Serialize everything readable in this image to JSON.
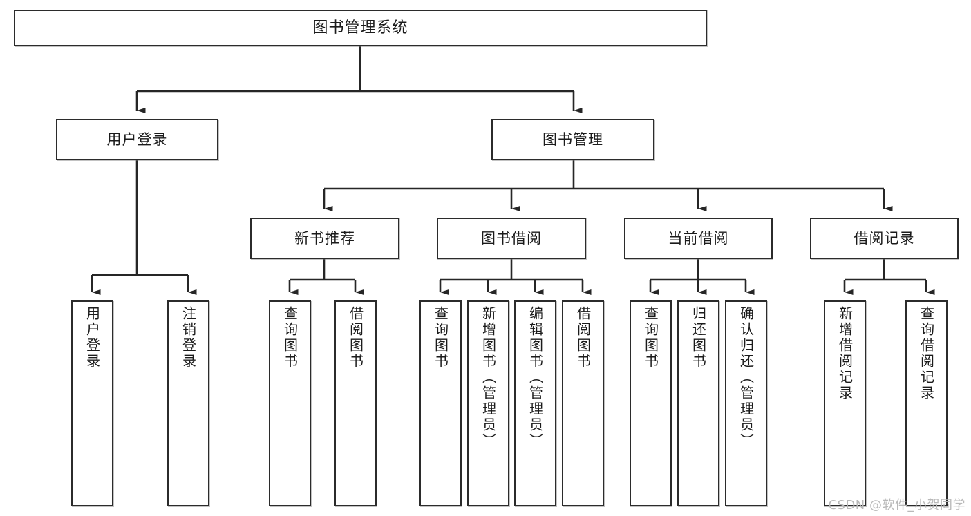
{
  "diagram": {
    "type": "tree",
    "title": "图书管理系统",
    "orientation": "top-down",
    "colors": {
      "box_border": "#2b2b2b",
      "box_fill": "#ffffff",
      "connector": "#262626",
      "text": "#1b1b1b",
      "watermark": "#b9b9b9",
      "background": "#ffffff"
    },
    "watermark": "CSDN @软件_小贺同学",
    "root": {
      "label": "图书管理系统"
    },
    "level2": [
      {
        "label": "用户登录"
      },
      {
        "label": "图书管理"
      }
    ],
    "level3": [
      {
        "label": "新书推荐"
      },
      {
        "label": "图书借阅"
      },
      {
        "label": "当前借阅"
      },
      {
        "label": "借阅记录"
      }
    ],
    "leaves": {
      "user_login": [
        {
          "label": "用户登录"
        },
        {
          "label": "注销登录"
        }
      ],
      "new_book_recommend": [
        {
          "label": "查询图书"
        },
        {
          "label": "借阅图书"
        }
      ],
      "book_borrow": [
        {
          "label": "查询图书"
        },
        {
          "label": "新增图书（管理员）"
        },
        {
          "label": "编辑图书（管理员）"
        },
        {
          "label": "借阅图书"
        }
      ],
      "current_borrow": [
        {
          "label": "查询图书"
        },
        {
          "label": "归还图书"
        },
        {
          "label": "确认归还（管理员）"
        }
      ],
      "borrow_record": [
        {
          "label": "新增借阅记录"
        },
        {
          "label": "查询借阅记录"
        }
      ]
    }
  }
}
